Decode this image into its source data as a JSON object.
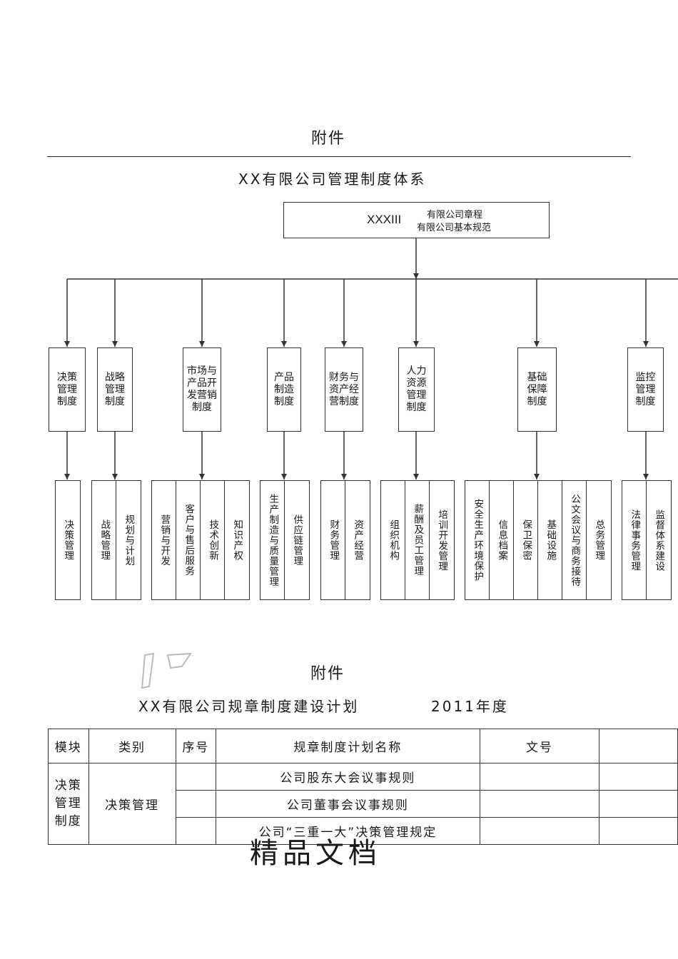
{
  "attachment_label": "附件",
  "chart_title": "XX有限公司管理制度体系",
  "top_box": {
    "code": "XXXIII",
    "line1": "有限公司章程",
    "line2": "有限公司基本规范"
  },
  "categories": [
    {
      "label": "决策\n管理\n制度",
      "subs": [
        "决策管理"
      ]
    },
    {
      "label": "战略\n管理\n制度",
      "subs": [
        "战略管理",
        "规划与计划"
      ]
    },
    {
      "label": "市场与\n产品开\n发营销\n制度",
      "subs": [
        "营销与开发",
        "客户与售后服务",
        "技术创新",
        "知识产权"
      ]
    },
    {
      "label": "产品\n制造\n制度",
      "subs": [
        "生产制造与质量管理",
        "供应链管理"
      ]
    },
    {
      "label": "财务与\n资产经\n营制度",
      "subs": [
        "财务管理",
        "资产经营"
      ]
    },
    {
      "label": "人力\n资源\n管理\n制度",
      "subs": [
        "组织机构",
        "薪酬及员工管理",
        "培训开发管理"
      ]
    },
    {
      "label": "基础\n保障\n制度",
      "subs": [
        "安全生产环境保护",
        "信息档案",
        "保卫保密",
        "基础设施",
        "公文会议与商务接待",
        "总务管理"
      ]
    },
    {
      "label": "监控\n管理\n制度",
      "subs": [
        "法律事务管理",
        "监督体系建设"
      ]
    }
  ],
  "attachment_label_2": "附件",
  "plan_title": "XX有限公司规章制度建设计划",
  "plan_year": "2011年度",
  "table": {
    "headers": [
      "模块",
      "类别",
      "序号",
      "规章制度计划名称",
      "文号",
      ""
    ],
    "module": "决策\n管理\n制度",
    "category": "决策管理",
    "rows": [
      {
        "no": "",
        "name": "公司股东大会议事规则",
        "doc": ""
      },
      {
        "no": "",
        "name": "公司董事会议事规则",
        "doc": ""
      },
      {
        "no": "",
        "name": "公司“三重一大”决策管理规定",
        "doc": ""
      }
    ]
  },
  "stamp_text": "精品文档"
}
